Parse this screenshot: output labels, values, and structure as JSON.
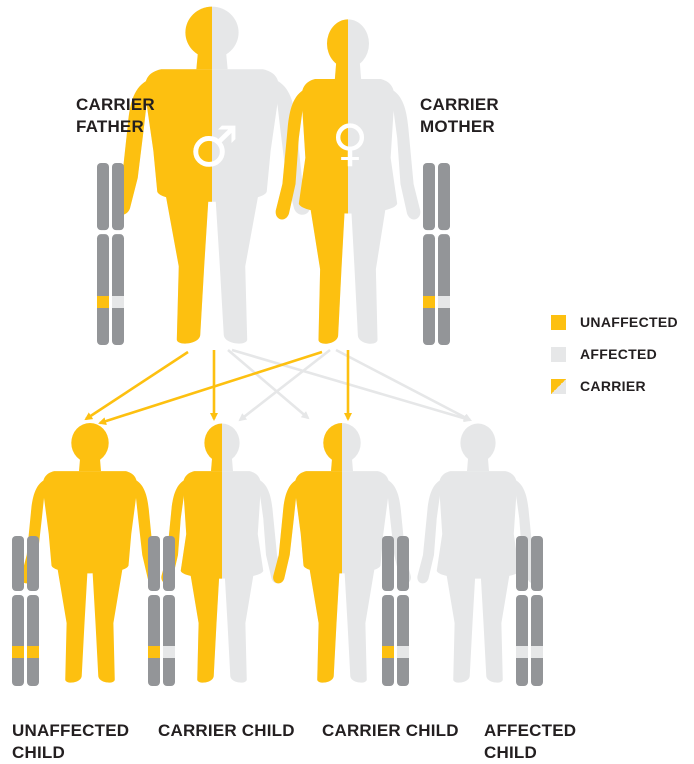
{
  "colors": {
    "unaffected": "#fdc010",
    "affected": "#e6e7e8",
    "chromosome": "#939598",
    "text": "#231f20"
  },
  "parents": {
    "father": {
      "line1": "CARRIER",
      "line2": "FATHER",
      "status": "carrier",
      "symbol": "♂"
    },
    "mother": {
      "line1": "CARRIER",
      "line2": "MOTHER",
      "status": "carrier",
      "symbol": "♀"
    }
  },
  "children": [
    {
      "line1": "UNAFFECTED",
      "line2": "CHILD",
      "status": "unaffected"
    },
    {
      "line1": "CARRIER CHILD",
      "line2": "",
      "status": "carrier"
    },
    {
      "line1": "CARRIER CHILD",
      "line2": "",
      "status": "carrier"
    },
    {
      "line1": "AFFECTED",
      "line2": "CHILD",
      "status": "affected"
    }
  ],
  "legend": [
    {
      "label": "UNAFFECTED",
      "key": "unaffected"
    },
    {
      "label": "AFFECTED",
      "key": "affected"
    },
    {
      "label": "CARRIER",
      "key": "carrier"
    }
  ]
}
